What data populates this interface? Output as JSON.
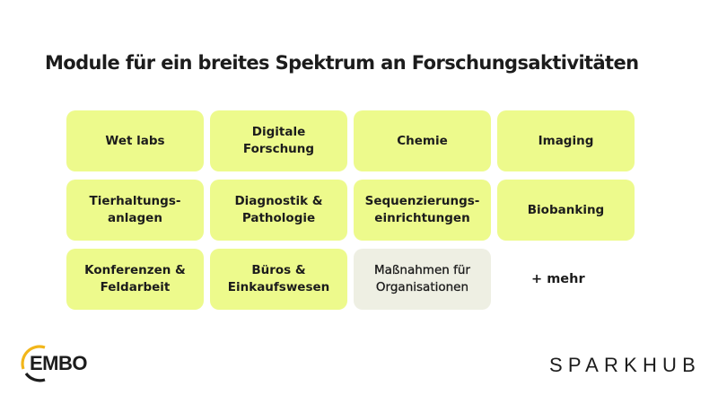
{
  "title": "Module für ein breites Spektrum an Forschungsaktivitäten",
  "modules": [
    {
      "label": "Wet labs",
      "variant": "primary"
    },
    {
      "label": "Digitale\nForschung",
      "variant": "primary"
    },
    {
      "label": "Chemie",
      "variant": "primary"
    },
    {
      "label": "Imaging",
      "variant": "primary"
    },
    {
      "label": "Tierhaltungs-\nanlagen",
      "variant": "primary"
    },
    {
      "label": "Diagnostik &\nPathologie",
      "variant": "primary"
    },
    {
      "label": "Sequenzierungs-\neinrichtungen",
      "variant": "primary"
    },
    {
      "label": "Biobanking",
      "variant": "primary"
    },
    {
      "label": "Konferenzen &\nFeldarbeit",
      "variant": "primary"
    },
    {
      "label": "Büros &\nEinkaufswesen",
      "variant": "primary"
    },
    {
      "label": "Maßnahmen für\nOrganisationen",
      "variant": "organisation"
    },
    {
      "label": "+ mehr",
      "variant": "more"
    }
  ],
  "logos": {
    "left": "EMBO",
    "right": "SPARKHUB"
  },
  "colors": {
    "tile_primary": "#edfa8c",
    "tile_organisation": "#eeefe3",
    "embo_arc": "#f2b61a",
    "text": "#1c1c1c"
  }
}
